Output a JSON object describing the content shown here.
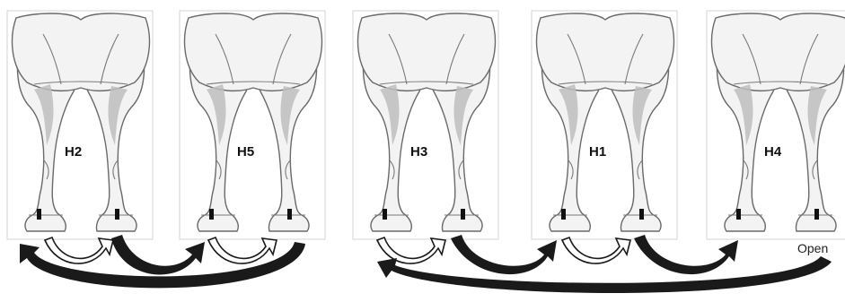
{
  "horses": [
    {
      "id": "h2",
      "label": "H2"
    },
    {
      "id": "h5",
      "label": "H5"
    },
    {
      "id": "h3",
      "label": "H3"
    },
    {
      "id": "h1",
      "label": "H1"
    },
    {
      "id": "h4",
      "label": "H4"
    }
  ],
  "open_label": "Open",
  "colors": {
    "contact_arrow": "#1a1a1a",
    "outline_arrow": "#ffffff",
    "leg_outline": "#6a6a6a",
    "leg_fill": "#f3f3f3",
    "shading": "#bdbdbd",
    "marker": "#111111"
  }
}
